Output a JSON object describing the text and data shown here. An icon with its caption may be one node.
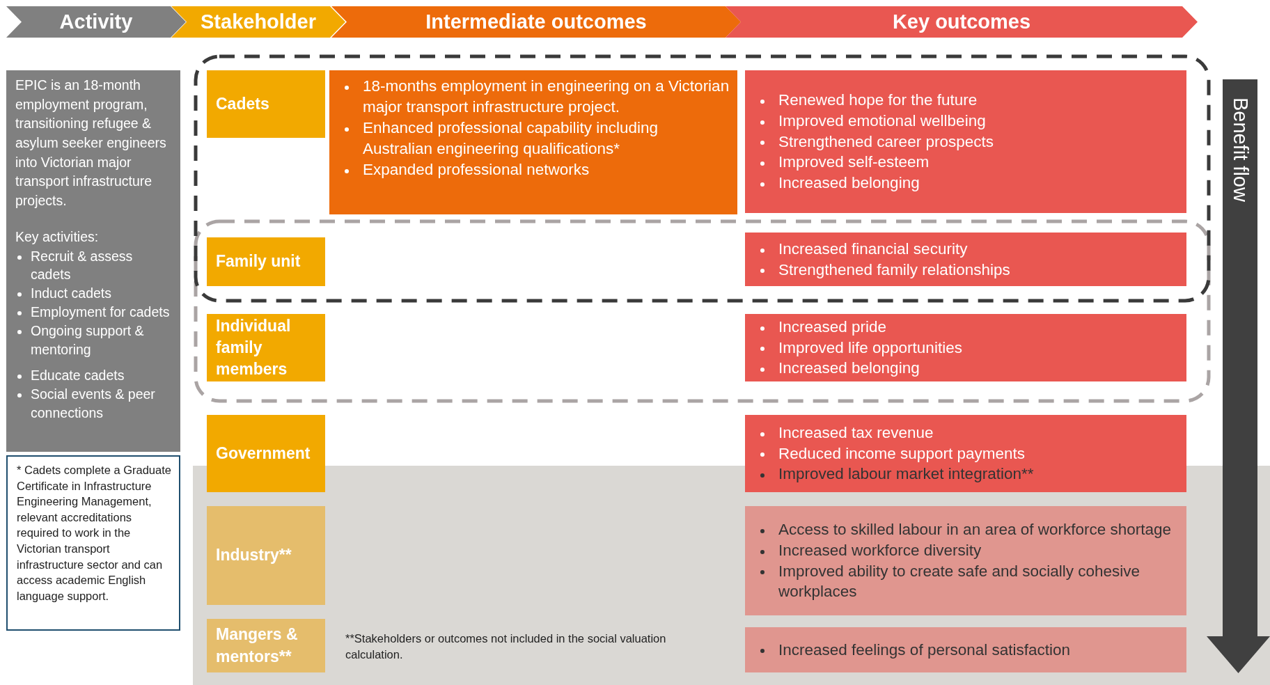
{
  "diagram": {
    "nodes": [
      {
        "text": [
          "Activity"
        ]
      },
      {
        "text": [
          "Stakeholder"
        ]
      },
      {
        "text": [
          "Intermediate outcomes"
        ]
      },
      {
        "text": [
          "Key outcomes"
        ]
      },
      {
        "text": [
          "EPIC is an 18-month employment program, transitioning refugee & asylum seeker engineers into Victorian major transport infrastructure projects.",
          "Key activities:",
          "Recruit & assess cadets",
          "Induct cadets",
          "Employment for cadets",
          "Ongoing support & mentoring",
          "Educate cadets",
          "Social events & peer connections"
        ]
      },
      {
        "text": [
          "* Cadets complete a Graduate Certificate in Infrastructure Engineering Management, relevant accreditations required to work in the Victorian transport infrastructure sector and can access academic English language support."
        ]
      },
      {
        "text": [
          "Cadets"
        ]
      },
      {
        "text": [
          "18-months employment in engineering on a Victorian major transport infrastructure project.",
          "Enhanced professional capability including Australian engineering qualifications*",
          "Expanded professional networks"
        ]
      },
      {
        "text": [
          "Renewed hope for the future",
          "Improved emotional wellbeing",
          "Strengthened career prospects",
          "Improved self-esteem",
          "Increased belonging"
        ]
      },
      {
        "text": [
          "Family unit"
        ]
      },
      {
        "text": [
          "Increased financial security",
          "Strengthened family relationships"
        ]
      },
      {
        "text": [
          "Individual family members"
        ]
      },
      {
        "text": [
          "Increased pride",
          "Improved life opportunities",
          "Increased belonging"
        ]
      },
      {
        "text": [
          "Government"
        ]
      },
      {
        "text": [
          "Increased tax revenue",
          "Reduced income support payments",
          "Improved labour market integration**"
        ]
      },
      {
        "text": [
          "Industry**"
        ]
      },
      {
        "text": [
          "Access to skilled labour in an area of workforce shortage",
          "Increased workforce diversity",
          "Improved ability to create safe and socially cohesive workplaces"
        ]
      },
      {
        "text": [
          "Mangers & mentors**"
        ]
      },
      {
        "text": [
          "Increased feelings of personal satisfaction"
        ]
      },
      {
        "text": [
          "Benefit flow"
        ]
      }
    ],
    "labels": [
      "**Stakeholders or outcomes not included in the social valuation calculation."
    ]
  }
}
